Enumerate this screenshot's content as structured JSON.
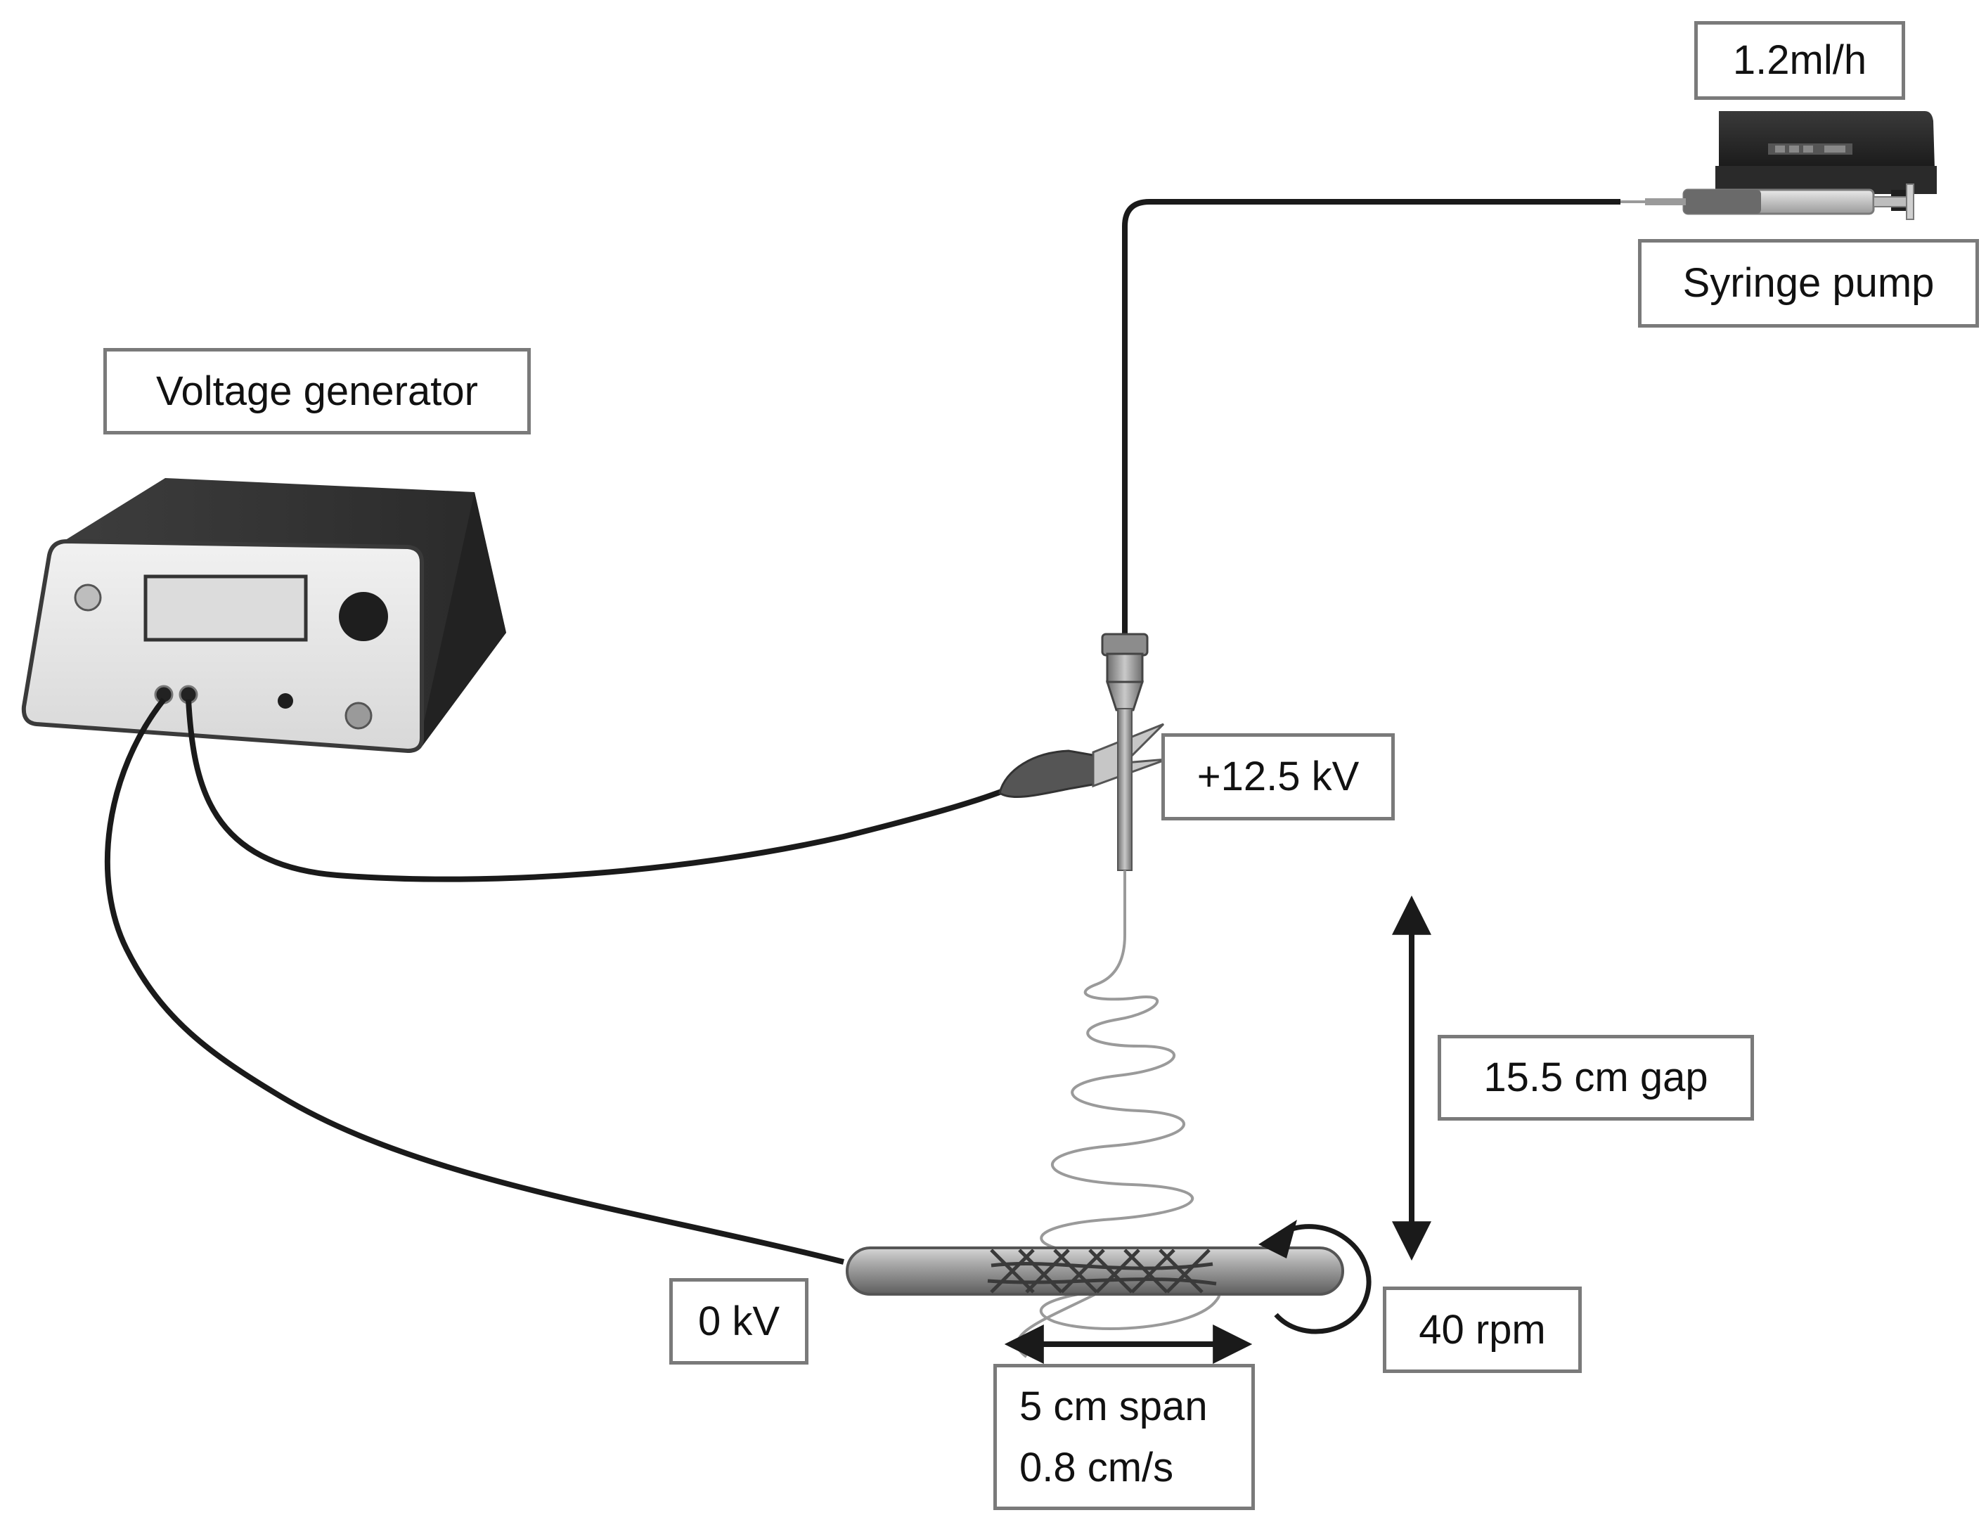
{
  "labels": {
    "flow_rate": "1.2ml/h",
    "syringe_pump": "Syringe pump",
    "voltage_generator": "Voltage generator",
    "needle_voltage": "+12.5 kV",
    "collector_voltage": "0 kV",
    "gap": "15.5 cm gap",
    "rotation": "40 rpm",
    "span_line1": "5 cm span",
    "span_line2": "0.8 cm/s"
  },
  "colors": {
    "cable": "#1a1a1a",
    "device_dark": "#2f2f2f",
    "device_panel": "#e8e8e8",
    "label_border": "#7a7a7a",
    "fiber": "#9a9a9a"
  }
}
